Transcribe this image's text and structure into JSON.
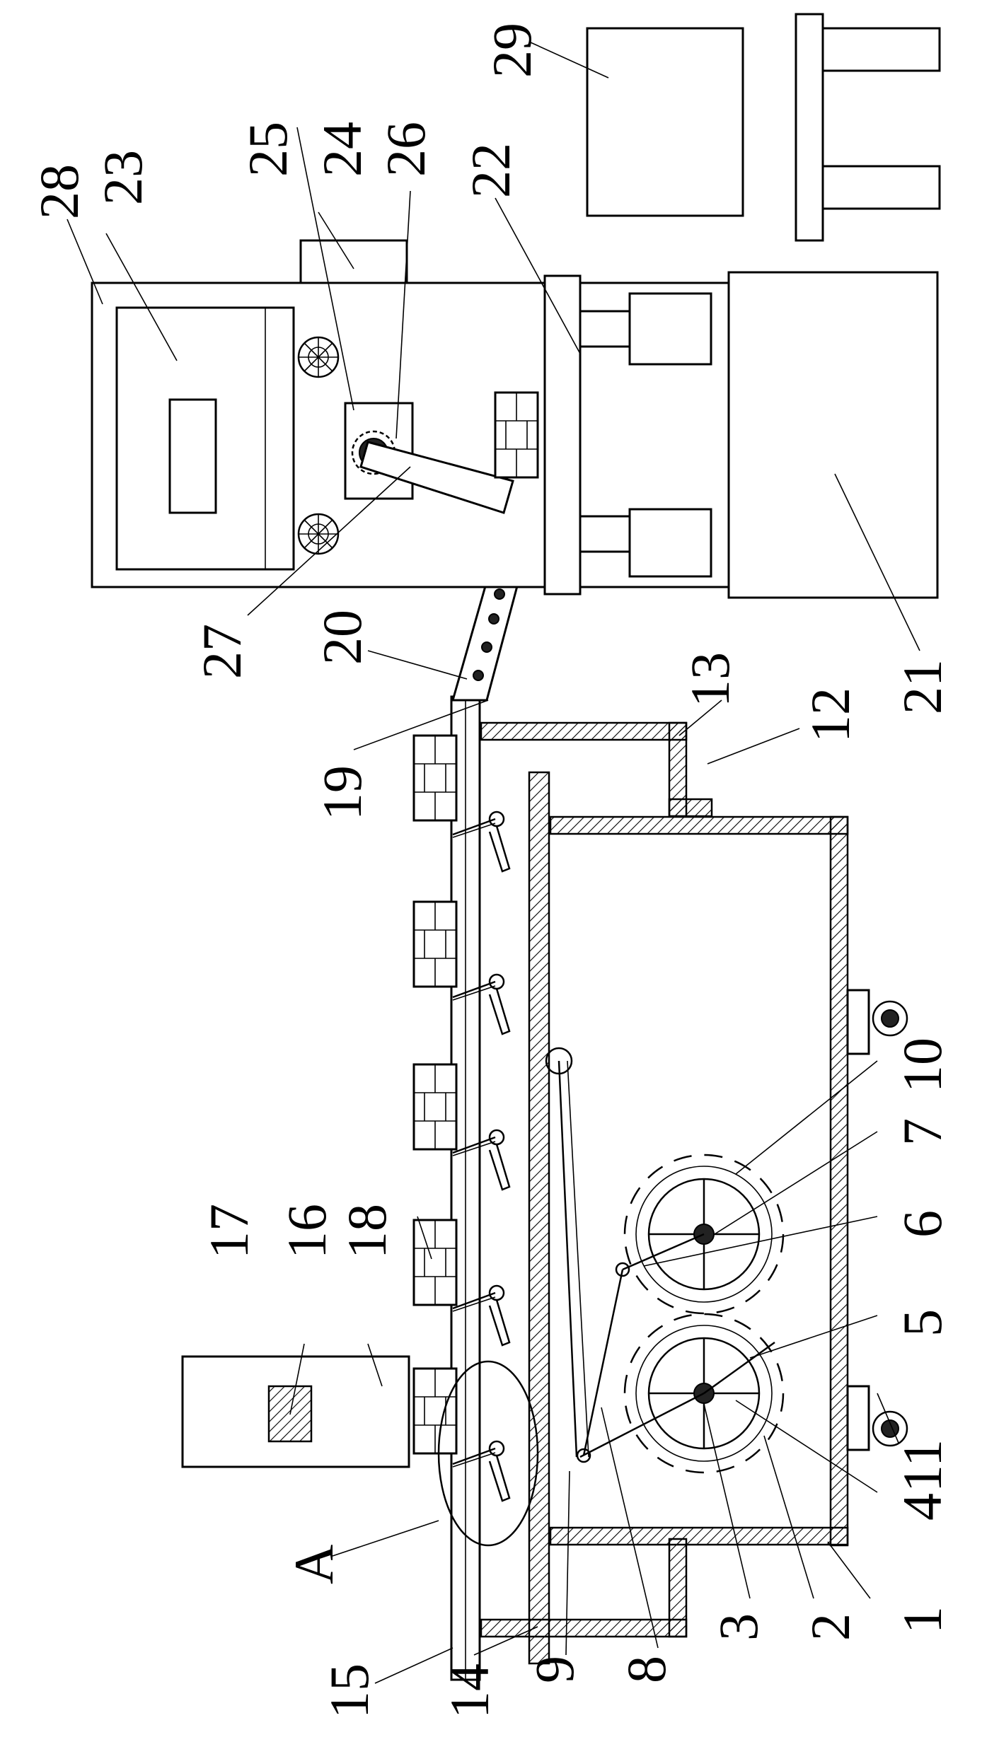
{
  "figure": {
    "labels": [
      "1",
      "2",
      "3",
      "4",
      "5",
      "6",
      "7",
      "8",
      "9",
      "10",
      "11",
      "12",
      "13",
      "14",
      "15",
      "16",
      "17",
      "18",
      "19",
      "20",
      "21",
      "22",
      "23",
      "24",
      "25",
      "26",
      "27",
      "28",
      "29",
      "A"
    ]
  }
}
